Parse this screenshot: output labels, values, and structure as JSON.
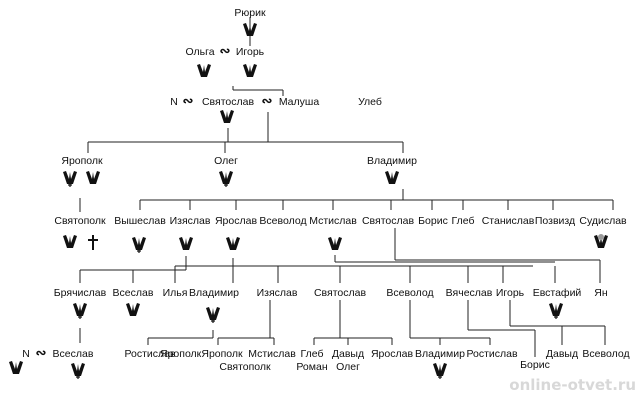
{
  "people": {
    "ryurik": "Рюрик",
    "olga": "Ольга",
    "igor1": "Игорь",
    "n1": "N",
    "svyatoslav1": "Святослав",
    "malusha": "Малуша",
    "uleb": "Улеб",
    "yaropolk1": "Ярополк",
    "oleg1": "Олег",
    "vladimir1": "Владимир",
    "svyatopolk1": "Святополк",
    "vysheslav": "Вышеслав",
    "izyaslav1": "Изяслав",
    "yaroslav1": "Ярослав",
    "vsevolod1": "Всеволод",
    "mstislav1": "Мстислав",
    "svyatoslav2": "Святослав",
    "boris1": "Борис",
    "gleb1": "Глеб",
    "stanislav": "Станислав",
    "pozvizd": "Позвизд",
    "sudislav": "Судислав",
    "bryachislav": "Брячислав",
    "vseslav1": "Всеслав",
    "ilya": "Илья",
    "vladimir2": "Владимир",
    "izyaslav2": "Изяслав",
    "svyatoslav3": "Святослав",
    "vsevolod2": "Всеволод",
    "vyacheslav": "Вячеслав",
    "igor2": "Игорь",
    "evstafiy": "Евстафий",
    "yan": "Ян",
    "n2": "N",
    "vseslav2": "Всеслав",
    "rostislav1": "Ростислав",
    "yaropolk2": "Ярополк",
    "yaropolk3": "Ярополк",
    "svyatopolk2": "Святополк",
    "mstislav2": "Мстислав",
    "gleb2": "Глеб",
    "roman": "Роман",
    "david1": "Давыд",
    "oleg2": "Олег",
    "yaroslav2": "Ярослав",
    "vladimir3": "Владимир",
    "rostislav2": "Ростислав",
    "boris2": "Борис",
    "david2": "Давыд",
    "vsevolod3": "Всеволод"
  },
  "marriage_symbol": "∾",
  "emblems": {
    "shape": "trident",
    "color": "#111111",
    "marked_sudislav": "#9a9a9a"
  },
  "watermark": "online-otvet.ru"
}
